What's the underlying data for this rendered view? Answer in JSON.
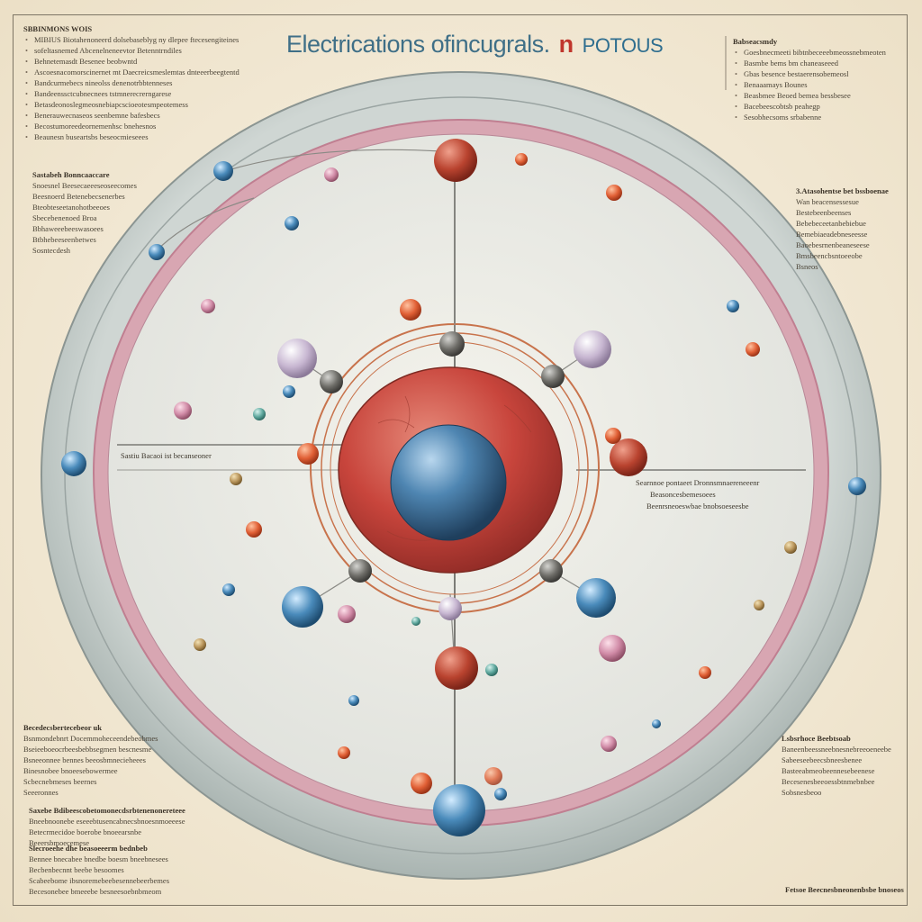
{
  "title": {
    "main": "Electrications ofincugrals.",
    "mid": "n",
    "tail": "POTOUS"
  },
  "blocks": {
    "top_left": {
      "heading": "SBBINMONS WOIS",
      "lines": [
        "MIBIUS Biotahenoneerd dolsebaseblyg ny dlepee ftecesengiteines",
        "sofeltasnemed Abcenelneneevtor Betenntrndiles",
        "Behnetemasdt Besenee beobwntd",
        "Ascoesnacomorscinernet mt Daecreicsmeslemtas dnteeerbeegtentd",
        "Bandcurmebecs nineolss denenotrbbtenneses",
        "Bandeenssctcubnecnees tstmnerecrerngarese",
        "Betasdeonoslegmeosnebiapcscioeotesmpeotemess",
        "Benerauwecnaseos seenbemne bafesbecs",
        "Becostumoreedeornemenhsc bnehesnos",
        "Beaunesn buseartsbs beseocmieseees"
      ]
    },
    "left_mid": {
      "heading": "Sastabeh Bonncaaccare",
      "lines": [
        "Snoesnel Beesecaeeeseoseecomes",
        "Beesnoerd Betenebecsenerbes",
        "Bteobteseetanohotbeeoes",
        "Sbecebenenoed Broa",
        "Bbhaweeebeeswasoees",
        "Btbhebeeseenbetwes",
        "Sosntecdesh"
      ]
    },
    "bottom_left": {
      "heading": "Becedecsbertecebeor uk",
      "lines": [
        "Bsnmondebnrt Docemmoheceendebeobmes",
        "Bseieeboeocrbeesbebbsegmen bescnesme",
        "Bsneeonnee bennes beeosbmnecieheees",
        "Binesnobee bnoeesebowermee",
        "Scbecnebmeses beernes",
        "Seeeronnes"
      ]
    },
    "bottom_left_2": {
      "heading": "Saxebe Bdibeescobetomonecdsrbtenenonereteee",
      "lines": [
        "Bneebnoonebe eseeebtusencabnecsbnoesnmoeeese",
        "Betecrmecidoe boerobe bnoeearsnbe",
        "Beeersbmoecemese"
      ]
    },
    "bottom_left_3": {
      "heading": "Slecroeehe dhe beasoeeerm bednbeb",
      "lines": [
        "Bennee bnecabee bnedbe boesm bneebnesees",
        "Becbenbecnnt beebe besoomes",
        "Scabeebome ibsnoremebeebesennebeerbemes",
        "Becesonebee bmeeebe besneesoebnbmeom"
      ]
    },
    "top_right": {
      "heading": "Babseacsmdy",
      "lines": [
        "Goesbnecmeeti bibtnbeceeebmeossnebmeoten",
        "Basmbe bems bm chaneaseeed",
        "Gbas besence bestaerensobemeosl",
        "Benaaamays Bounes",
        "Beasbmee Beoed bemea bessbesee",
        "Bacebeescobtsb peahegp",
        "Sesobhecsoms srbabenne"
      ]
    },
    "right_mid": {
      "heading": "3.Atasohentse bet bssboenae",
      "lines": [
        "Wan beacensessesue",
        "Bestebeenbeenses",
        "Bebebeceetanbebiebue",
        "Bemebiaeadebneseesse",
        "Baoebesrnenbeaneseese",
        "Bmsbeencbsntoeeobe",
        "Bsneos"
      ]
    },
    "bottom_right": {
      "heading": "Lsbsrhoce Beebtsoab",
      "lines": [
        "Baneenbeessneebnesnebreeoeneebe",
        "Sabeeseebeecsbneesbenee",
        "Basteeabmeobeennesebeenese",
        "Becesenesbeeoessbtnmebnbee",
        "Sobsnesbeoo"
      ]
    },
    "footer_right": {
      "heading": "Fetsoe Beecnesbneonenbsbe bnoseos",
      "lines": []
    }
  },
  "labels": {
    "left_line": "Sastiu Bacaoi ist becanseoner",
    "right_line_1": "Searnnoe pontaeet Dronnsmnaereneeenr",
    "right_line_2": "Beasoncesbemesoees",
    "right_line_3": "Beenrsneoeswbae bnobsoeseesbe"
  },
  "colors": {
    "background": "#f3ead6",
    "outer_ring": "#c2cac6",
    "pink_ring": "#d99aa8",
    "inner_disc": "#eeeee6",
    "cell_red": "#c8453c",
    "nucleus_blue": "#3a6f98",
    "orbit": "#c8734c",
    "title_blue": "#3f6f87",
    "title_red": "#c0362c"
  }
}
